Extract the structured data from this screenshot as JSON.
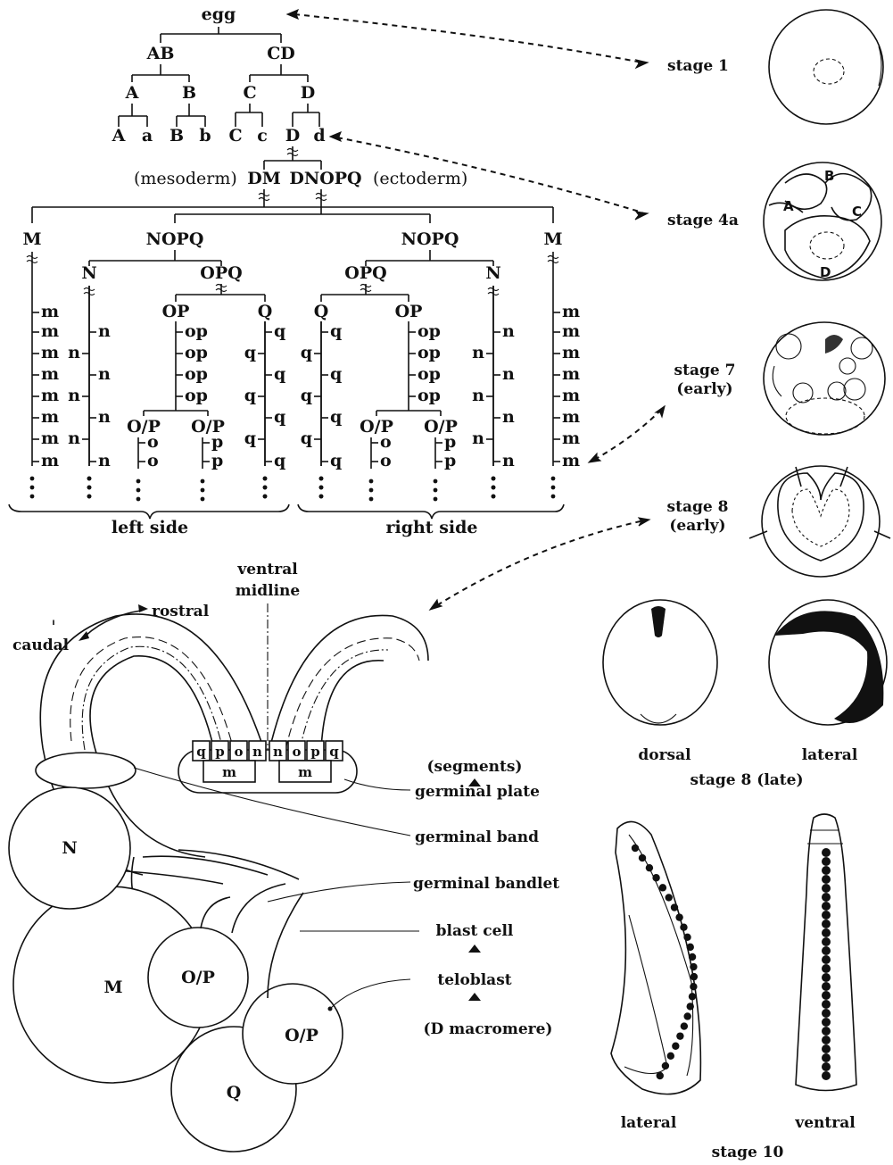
{
  "lineage": {
    "egg": "egg",
    "ab": "AB",
    "cd": "CD",
    "a": "A",
    "b": "B",
    "c": "C",
    "d": "D",
    "a_big": "A",
    "a_small": "a",
    "b_big": "B",
    "b_small": "b",
    "c_big": "C",
    "c_small": "c",
    "d_big": "D",
    "d_small": "d",
    "mesoderm": "(mesoderm)",
    "dm": "DM",
    "dnopq": "DNOPQ",
    "ectoderm": "(ectoderm)",
    "m_left": "M",
    "nopq_left": "NOPQ",
    "nopq_right": "NOPQ",
    "m_right": "M",
    "n_left": "N",
    "opq_left": "OPQ",
    "opq_right": "OPQ",
    "n_right": "N",
    "op_left": "OP",
    "q_left": "Q",
    "q_right": "Q",
    "op_right": "OP",
    "op_small": "op",
    "q_small": "q",
    "n_small": "n",
    "m_small": "m",
    "o_p": "O/P",
    "o_small": "o",
    "p_small": "p",
    "left_side": "left side",
    "right_side": "right side"
  },
  "stages": {
    "stage1": "stage 1",
    "stage4a": "stage 4a",
    "stage7": "stage 7",
    "stage7_sub": "(early)",
    "stage8": "stage 8",
    "stage8_sub": "(early)",
    "stage8_late": "stage 8 (late)",
    "dorsal": "dorsal",
    "lateral8": "lateral",
    "lateral10": "lateral",
    "ventral": "ventral",
    "stage10": "stage 10",
    "blast_a": "A",
    "blast_b": "B",
    "blast_c": "C",
    "blast_d": "D"
  },
  "embryo": {
    "ventral_midline_1": "ventral",
    "ventral_midline_2": "midline",
    "rostral": "rostral",
    "caudal": "caudal",
    "plate_cells": [
      "q",
      "p",
      "o",
      "n",
      "n",
      "o",
      "p",
      "q"
    ],
    "plate_m": "m",
    "segments": "(segments)",
    "germinal_plate": "germinal plate",
    "germinal_band": "germinal band",
    "germinal_bandlet": "germinal bandlet",
    "blast_cell": "blast cell",
    "teloblast": "teloblast",
    "d_macromere": "(D macromere)",
    "cell_n": "N",
    "cell_m": "M",
    "cell_op1": "O/P",
    "cell_op2": "O/P",
    "cell_q": "Q"
  }
}
